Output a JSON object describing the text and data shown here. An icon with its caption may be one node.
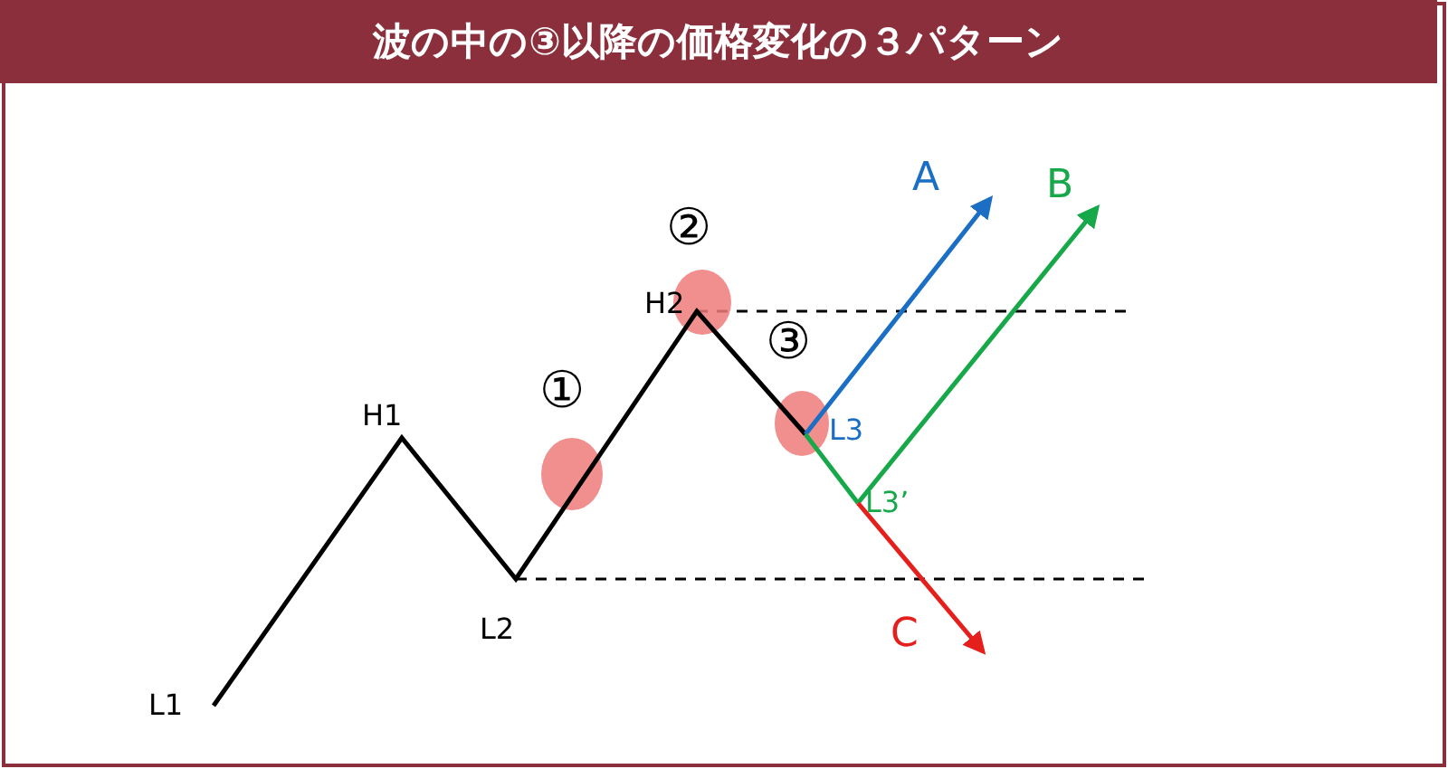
{
  "diagram": {
    "title": "波の中の③以降の価格変化の３パターン",
    "labels": [
      "②",
      "H2",
      "③",
      "A",
      "B",
      "H1",
      "①",
      "L3",
      "L3’",
      "L2",
      "C",
      "L1"
    ]
  }
}
